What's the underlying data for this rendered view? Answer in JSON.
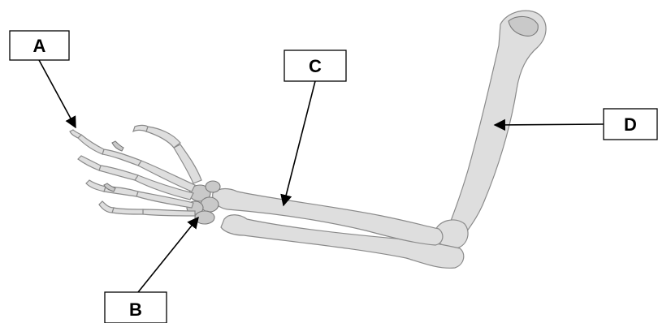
{
  "labels": {
    "A": "A",
    "B": "B",
    "C": "C",
    "D": "D"
  },
  "colors": {
    "background": "#ffffff",
    "bone": "#dedede",
    "outline": "#000000"
  }
}
